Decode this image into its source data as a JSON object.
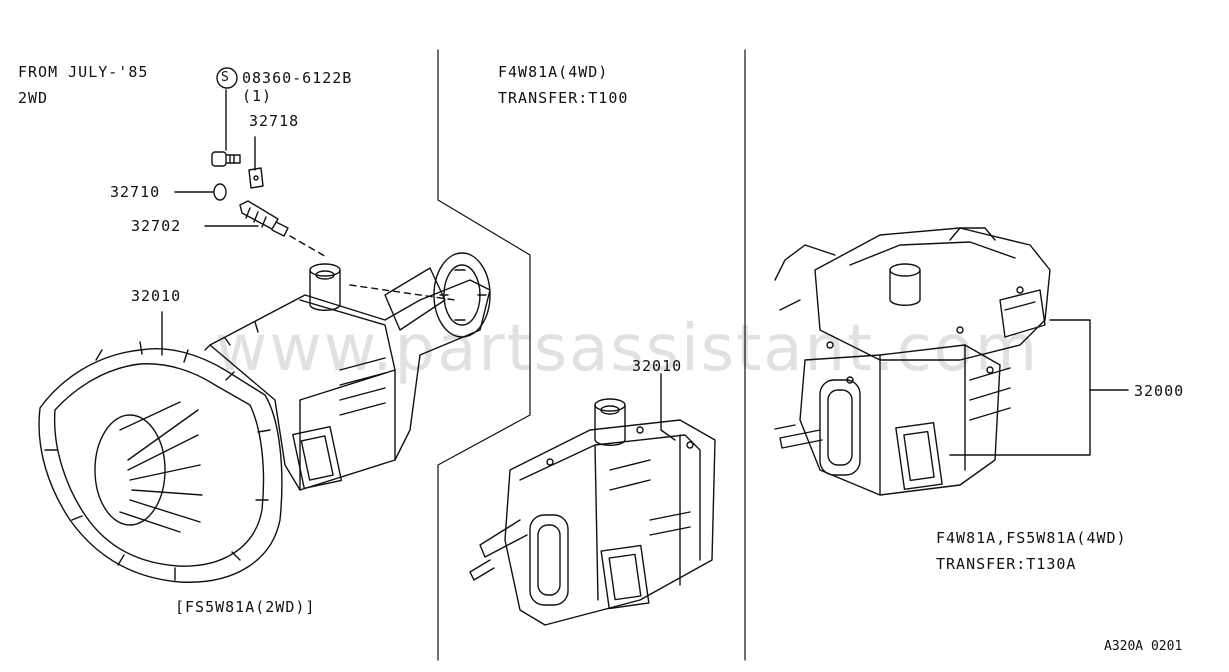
{
  "left_panel": {
    "note_line1": "FROM JULY-'85",
    "note_line2": "2WD",
    "screw_symbol": "S",
    "screw_part": "08360-6122B",
    "screw_qty": "(1)",
    "part_32718": "32718",
    "part_32710": "32710",
    "part_32702": "32702",
    "part_32010": "32010",
    "model_caption": "[FS5W81A(2WD)]"
  },
  "middle_panel": {
    "title_line1": "F4W81A(4WD)",
    "title_line2": "TRANSFER:T100",
    "part_32010": "32010"
  },
  "right_panel": {
    "part_32000": "32000",
    "caption_line1": "F4W81A,FS5W81A(4WD)",
    "caption_line2": "TRANSFER:T130A"
  },
  "watermark": "www.partsassistant.com",
  "diagram_code": "A320A 0201"
}
